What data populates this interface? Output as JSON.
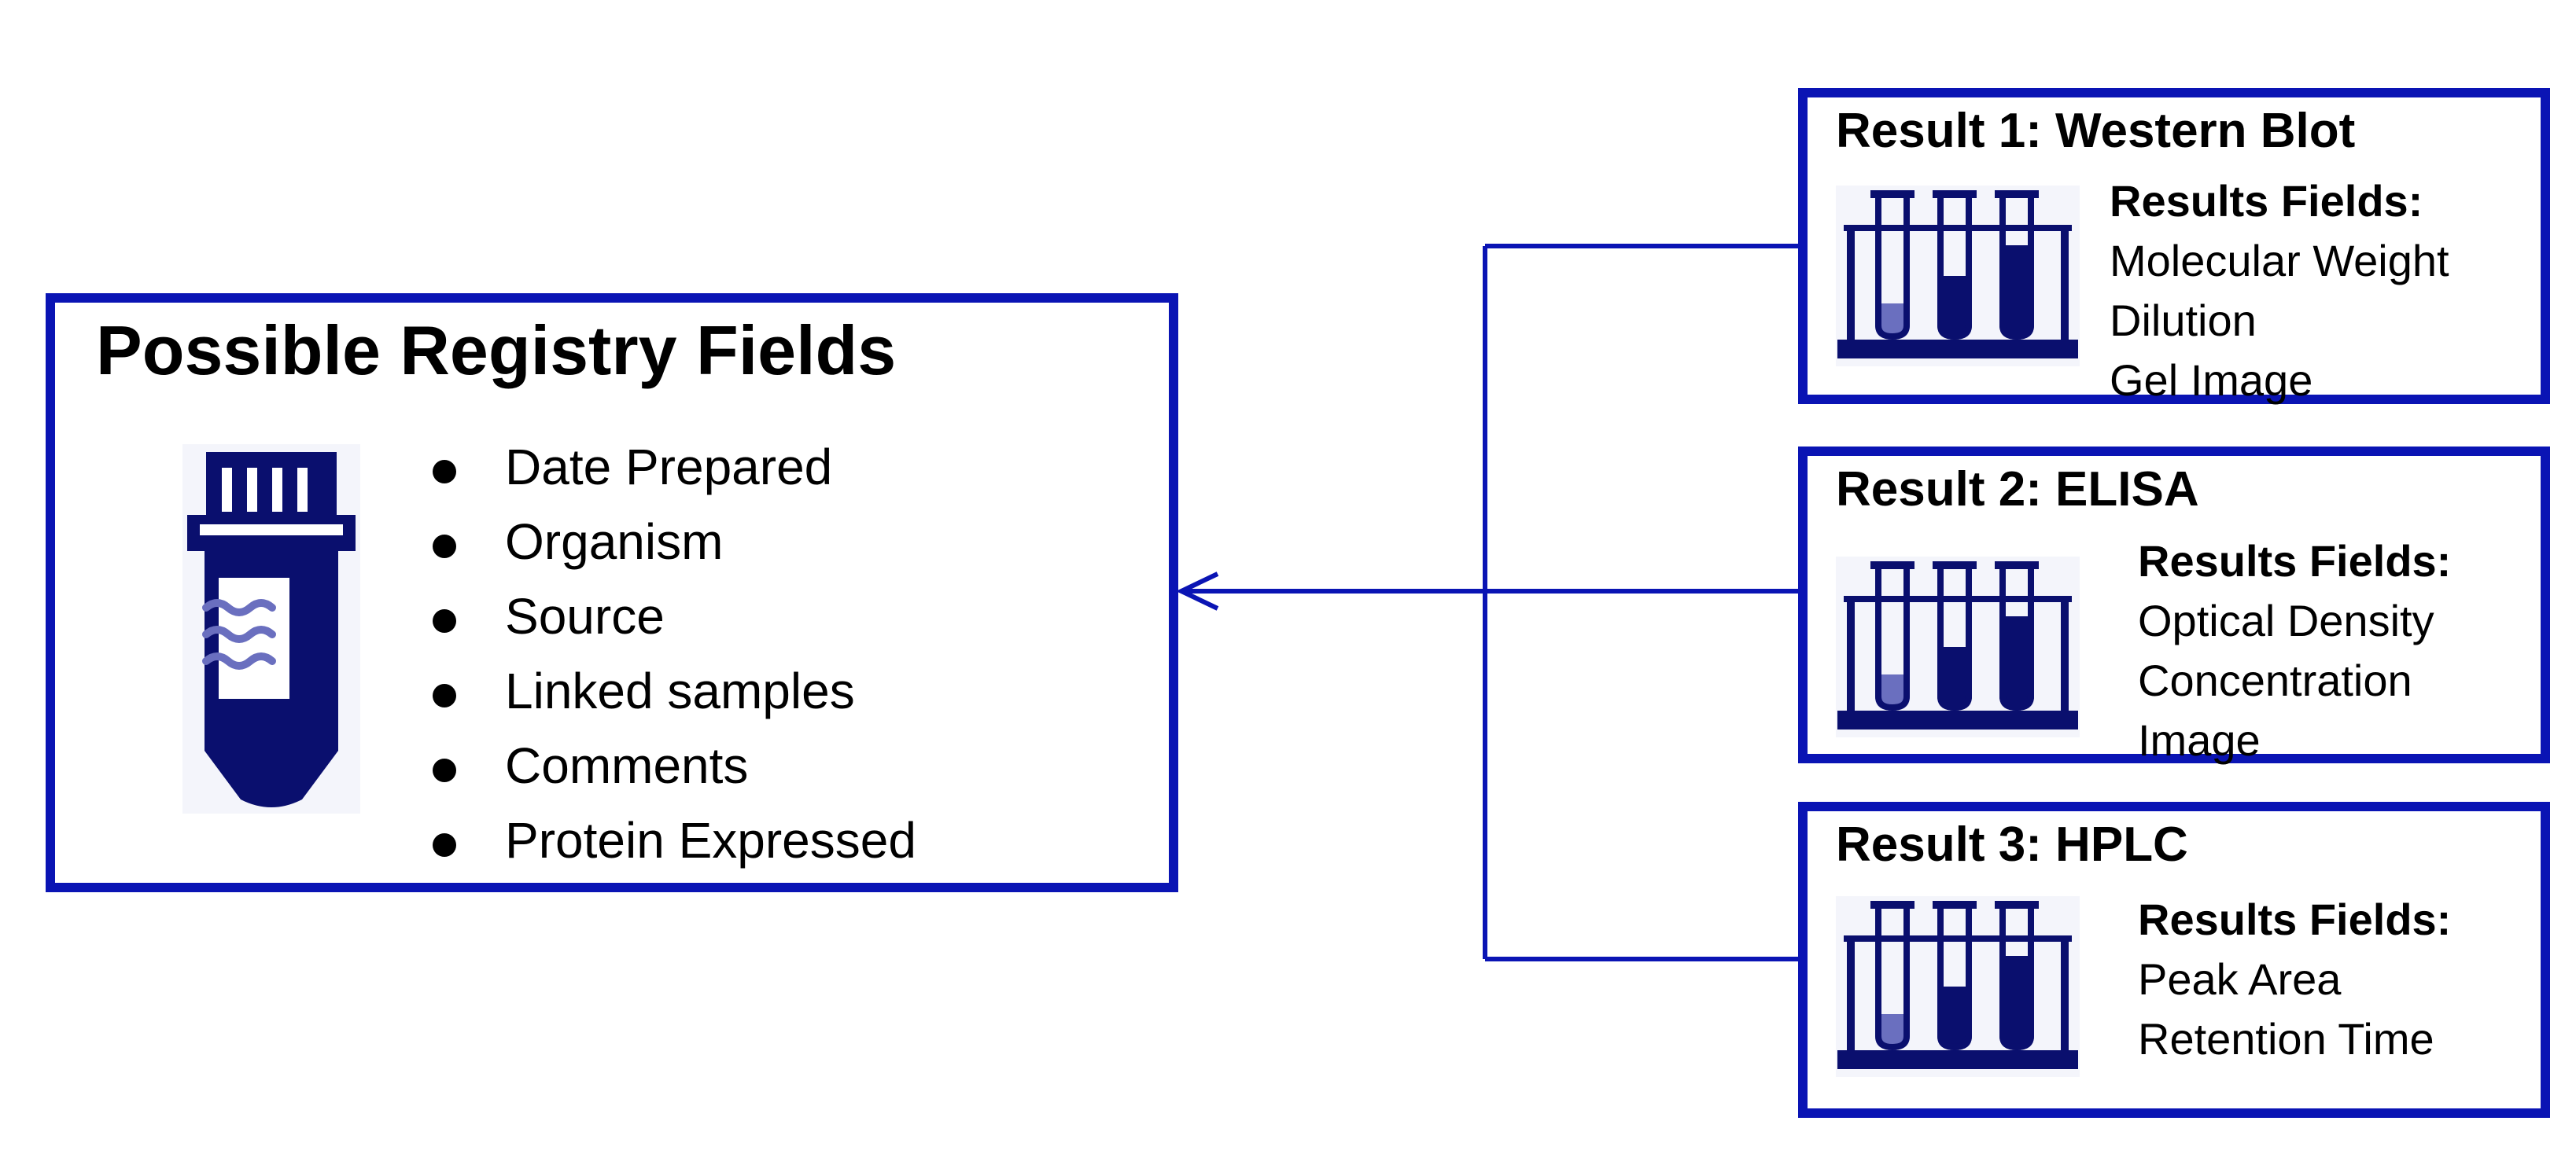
{
  "colors": {
    "border": "#0a14b4",
    "icon_dark": "#0a0f6e",
    "icon_light": "#6a6fbf",
    "text": "#000000",
    "background": "#ffffff"
  },
  "registry": {
    "title": "Possible Registry Fields",
    "icon": "sample-tube-icon",
    "fields": [
      "Date Prepared",
      "Organism",
      "Source",
      "Linked samples",
      "Comments",
      "Protein Expressed"
    ]
  },
  "results": [
    {
      "title": "Result 1: Western Blot",
      "icon": "test-tube-rack-icon",
      "subtitle": "Results Fields:",
      "fields": [
        "Molecular Weight",
        "Dilution",
        "Gel Image"
      ]
    },
    {
      "title": "Result 2: ELISA",
      "icon": "test-tube-rack-icon",
      "subtitle": "Results Fields:",
      "fields": [
        "Optical Density",
        "Concentration",
        "Image"
      ]
    },
    {
      "title": "Result 3: HPLC",
      "icon": "test-tube-rack-icon",
      "subtitle": "Results Fields:",
      "fields": [
        "Peak Area",
        "Retention Time"
      ]
    }
  ]
}
